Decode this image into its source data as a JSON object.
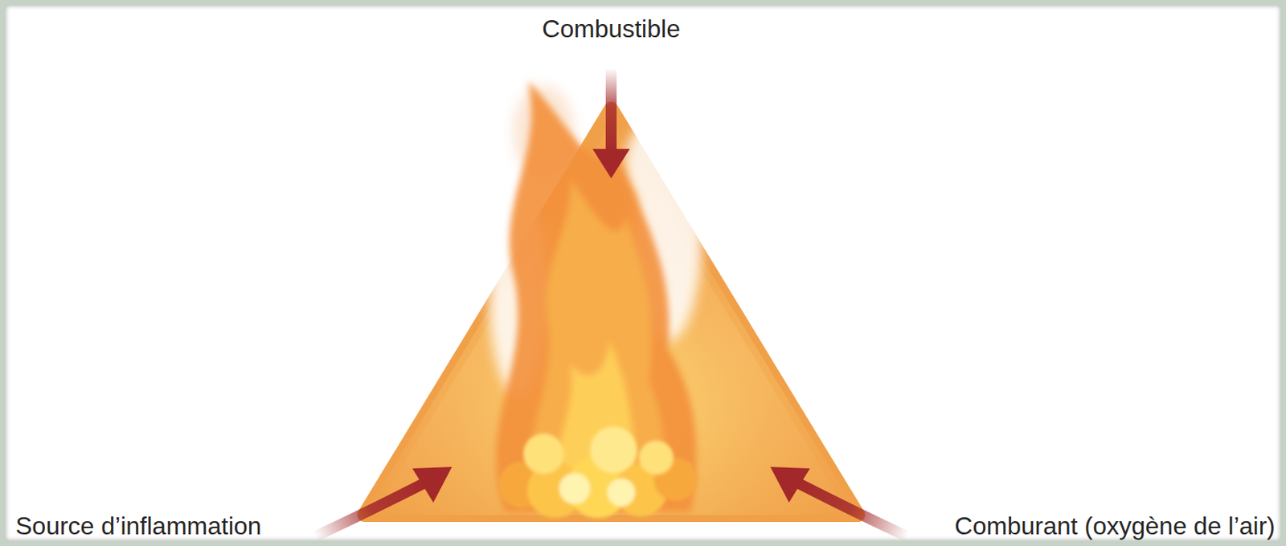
{
  "diagram": {
    "labels": [
      "Combustible",
      "Source d’inflammation",
      "Comburant (oxygène de l’air)"
    ]
  }
}
